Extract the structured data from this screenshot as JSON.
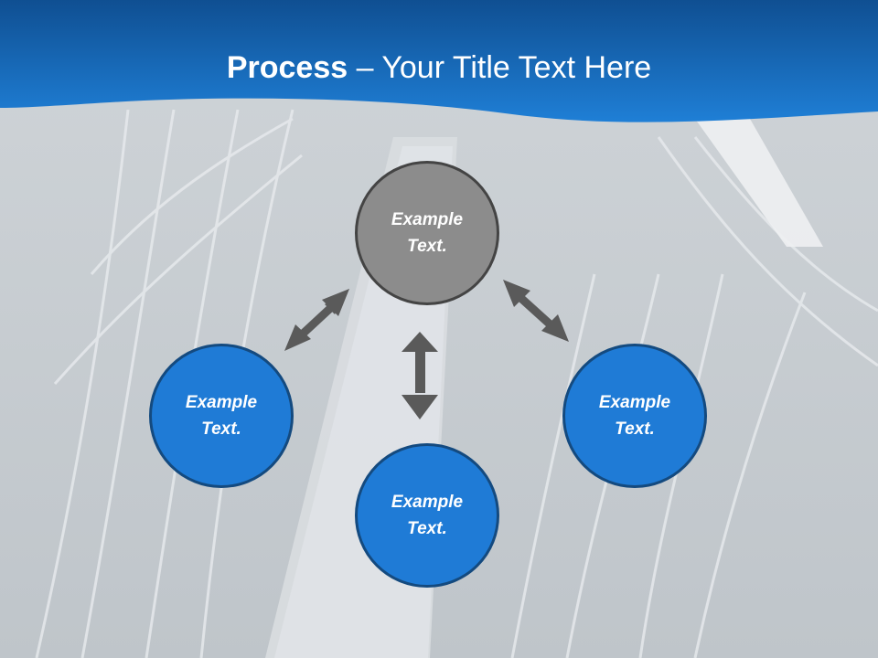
{
  "title": {
    "bold": "Process",
    "rest": " – Your Title Text Here"
  },
  "nodes": {
    "top": "Example Text.",
    "left": "Example Text.",
    "bottom": "Example Text.",
    "right": "Example Text."
  },
  "colors": {
    "band": "#1a6cbd",
    "band_dark": "#0f4f92",
    "node_blue": "#1f7bd6",
    "node_gray": "#8c8c8c",
    "arrow": "#5a5a5a"
  }
}
